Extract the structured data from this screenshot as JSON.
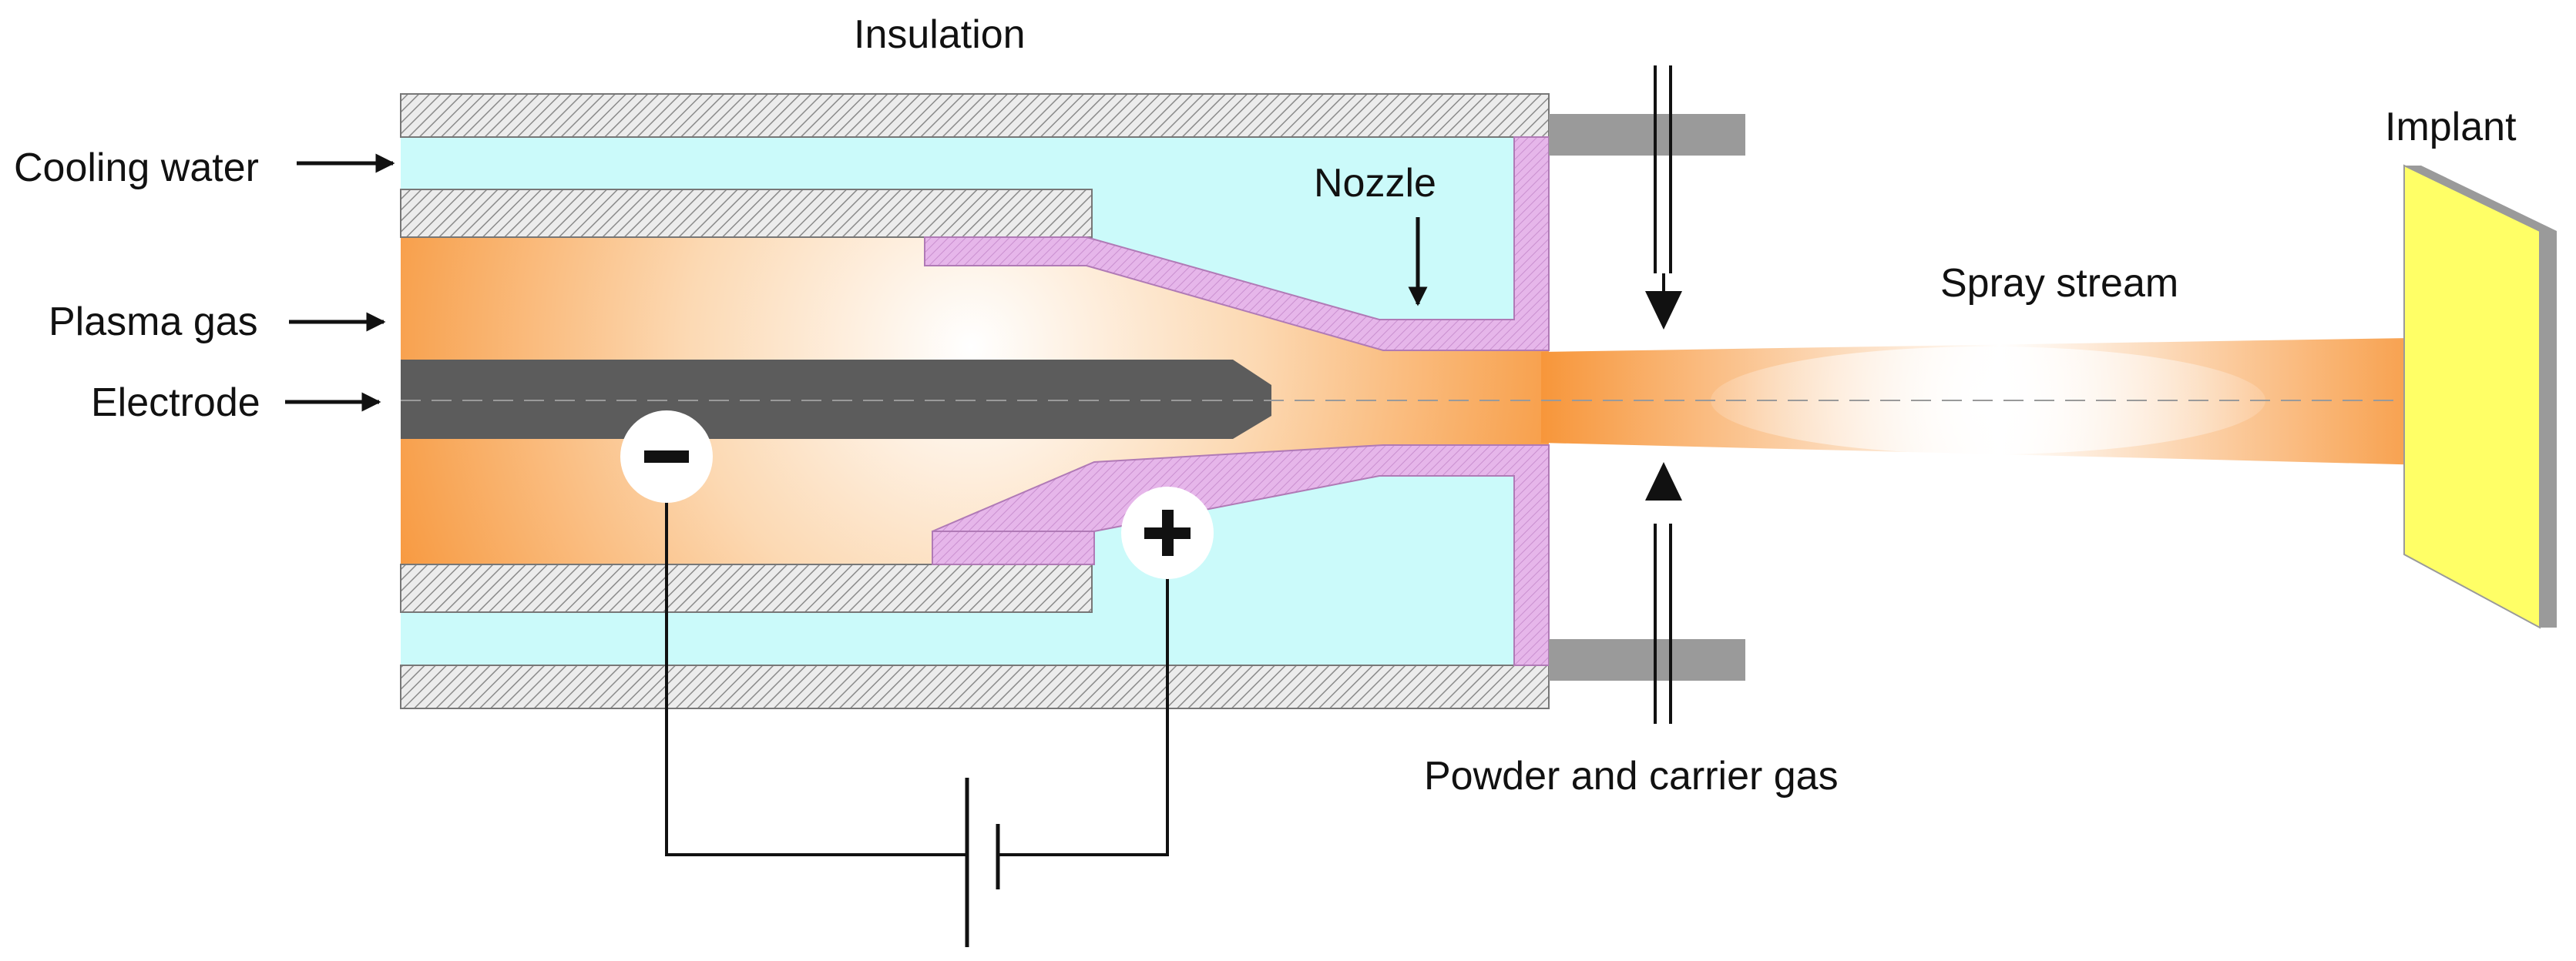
{
  "labels": {
    "insulation": "Insulation",
    "cooling_water": "Cooling water",
    "plasma_gas": "Plasma gas",
    "electrode": "Electrode",
    "nozzle": "Nozzle",
    "spray_stream": "Spray stream",
    "implant": "Implant",
    "powder_and_carrier_gas": "Powder and carrier gas"
  },
  "polarity": {
    "cathode": "−",
    "anode": "+"
  },
  "colors": {
    "cooling_water": "#cbfafa",
    "insulation_fill": "#e6e6e6",
    "nozzle": "#e2b0e6",
    "electrode": "#5c5c5c",
    "plasma_hot": "#f7993c",
    "plasma_core": "#ffffff",
    "implant_face": "#ffff66",
    "implant_edge": "#9a9a9a",
    "mount": "#9a9a9a"
  }
}
